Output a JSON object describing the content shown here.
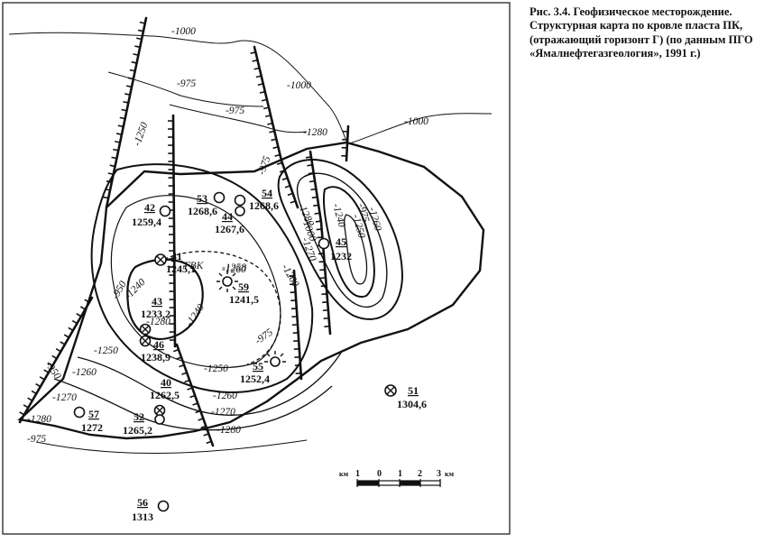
{
  "caption": {
    "line1": "Рис.   3.4.   Геофизическое   месторождение.",
    "line2": "Структурная карта по кровле пласта ПК,",
    "line3": "(отражающий   горизонт   Г)   (по   данным   ПГО",
    "line4": "«Ямалнефтегазгеология», 1991 г.)"
  },
  "contour_labels": [
    "-1000",
    "-1000",
    "-1000",
    "-975",
    "-975",
    "-975",
    "-975",
    "-975",
    "-1280",
    "-1280",
    "-1280",
    "-1280",
    "-1280",
    "-1270",
    "-1270",
    "-1270",
    "-1260",
    "-1260",
    "-1260",
    "-1260",
    "-1250",
    "-1250",
    "-1250",
    "-1250",
    "-1240",
    "-1240",
    "-1240",
    "-1258",
    "-950",
    "-950",
    "-1000",
    "-975",
    "-1260",
    "ГВК"
  ],
  "wells": [
    {
      "num": "42",
      "value": "1259,4"
    },
    {
      "num": "53",
      "value": "1268,6"
    },
    {
      "num": "44",
      "value": "1267,6"
    },
    {
      "num": "54",
      "value": "1268,6"
    },
    {
      "num": "45",
      "value": "1232"
    },
    {
      "num": "41",
      "value": "1245,1"
    },
    {
      "num": "59",
      "value": "1241,5"
    },
    {
      "num": "43",
      "value": "1233,2"
    },
    {
      "num": "46",
      "value": "1238,9"
    },
    {
      "num": "55",
      "value": "1252,4"
    },
    {
      "num": "40",
      "value": "1262,5"
    },
    {
      "num": "57",
      "value": "1272"
    },
    {
      "num": "52",
      "value": "1265,2"
    },
    {
      "num": "51",
      "value": "1304,6"
    },
    {
      "num": "56",
      "value": "1313"
    }
  ],
  "scale_bar": {
    "unit_left": "км",
    "unit_right": "км",
    "ticks": [
      "1",
      "0",
      "1",
      "2",
      "3"
    ]
  },
  "colors": {
    "ink": "#111111",
    "background": "#ffffff"
  }
}
